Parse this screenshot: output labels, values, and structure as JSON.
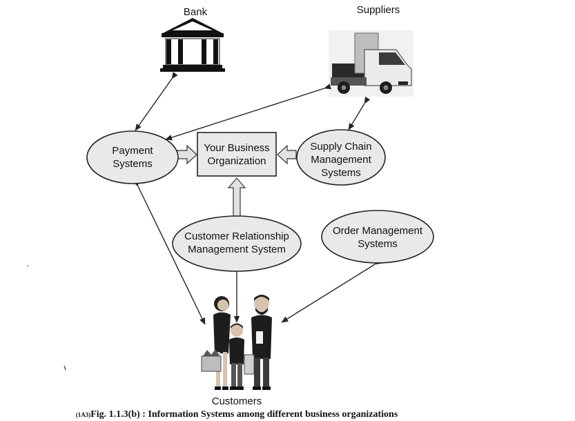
{
  "nodes": {
    "bank": "Bank",
    "suppliers": "Suppliers",
    "payment": [
      "Payment",
      "Systems"
    ],
    "business": [
      "Your Business",
      "Organization"
    ],
    "scm": [
      "Supply Chain",
      "Management",
      "Systems"
    ],
    "crm": [
      "Customer Relationship",
      "Management System"
    ],
    "oms": [
      "Order Management",
      "Systems"
    ],
    "customers": "Customers"
  },
  "caption": {
    "prefix": "(1A3)",
    "text": "Fig. 1.1.3(b) : Information Systems among different business organizations"
  }
}
